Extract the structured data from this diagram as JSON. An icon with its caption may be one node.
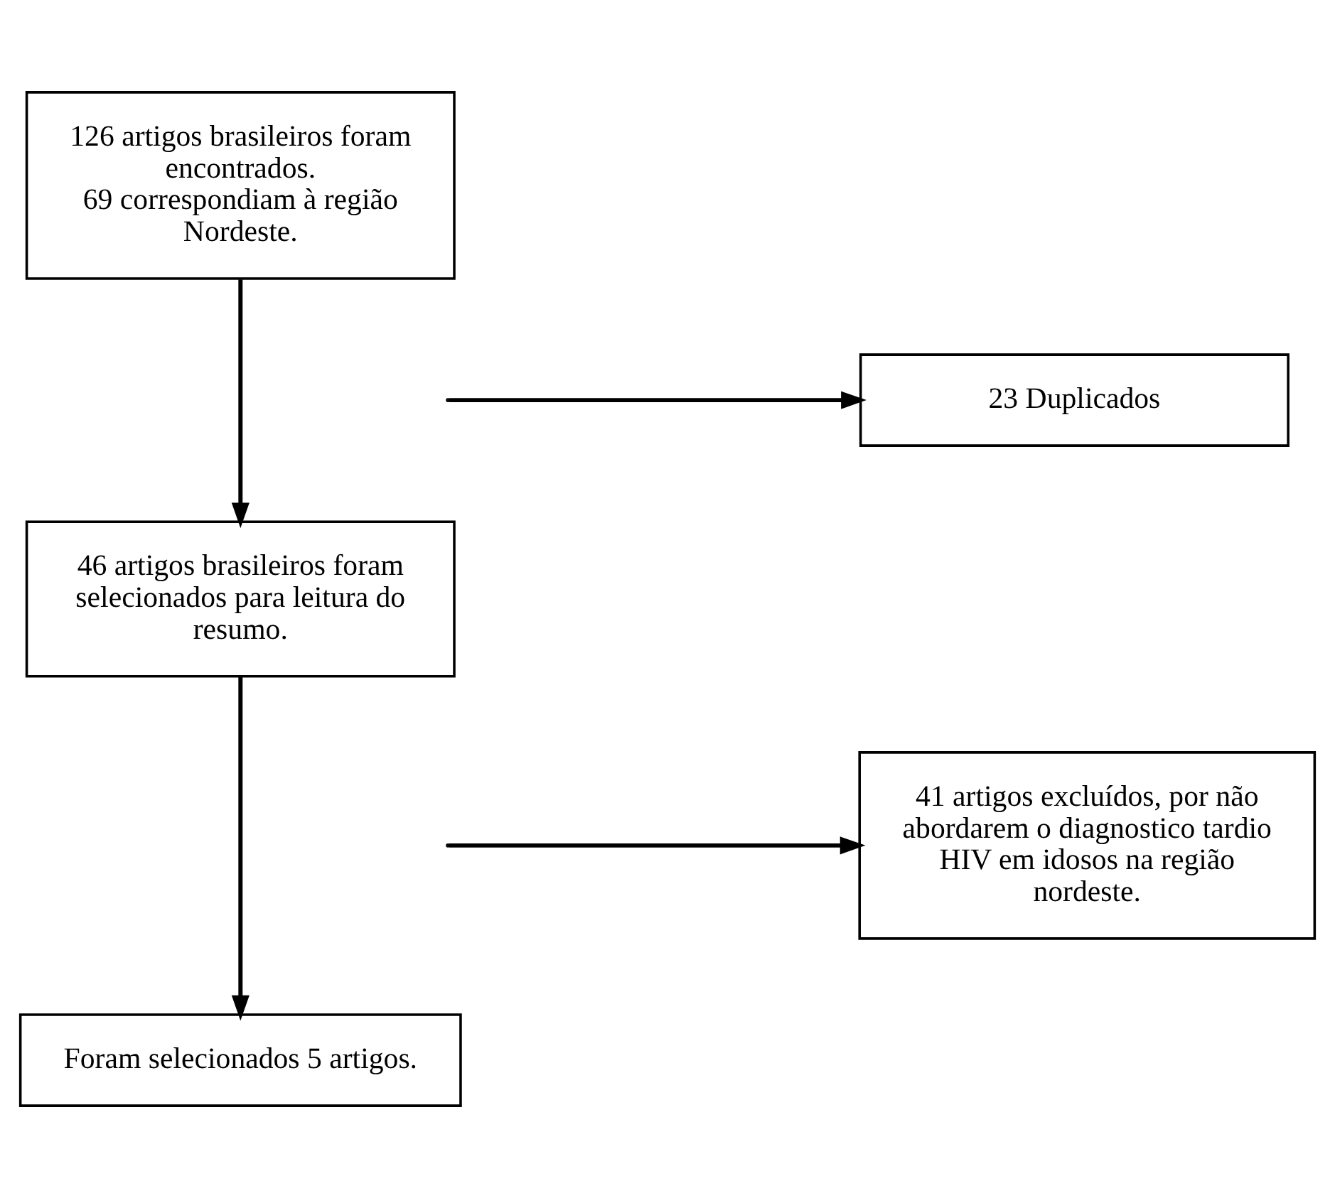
{
  "diagram": {
    "nodes": [
      {
        "text": [
          "126 artigos brasileiros foram encontrados.",
          "69 correspondiam à região Nordeste."
        ]
      },
      {
        "text": [
          "23 Duplicados"
        ]
      },
      {
        "text": [
          "46 artigos brasileiros foram selecionados para leitura do resumo."
        ]
      },
      {
        "text": [
          "41 artigos excluídos, por não abordarem o diagnostico tardio HIV em idosos na região nordeste."
        ]
      },
      {
        "text": [
          "Foram selecionados 5 artigos."
        ]
      }
    ],
    "edges": [
      {
        "from": 0,
        "to": 2,
        "arrow": "to"
      },
      {
        "from": null,
        "to": 1,
        "arrow": "to"
      },
      {
        "from": 2,
        "to": 4,
        "arrow": "to"
      },
      {
        "from": null,
        "to": 3,
        "arrow": "to"
      }
    ]
  }
}
